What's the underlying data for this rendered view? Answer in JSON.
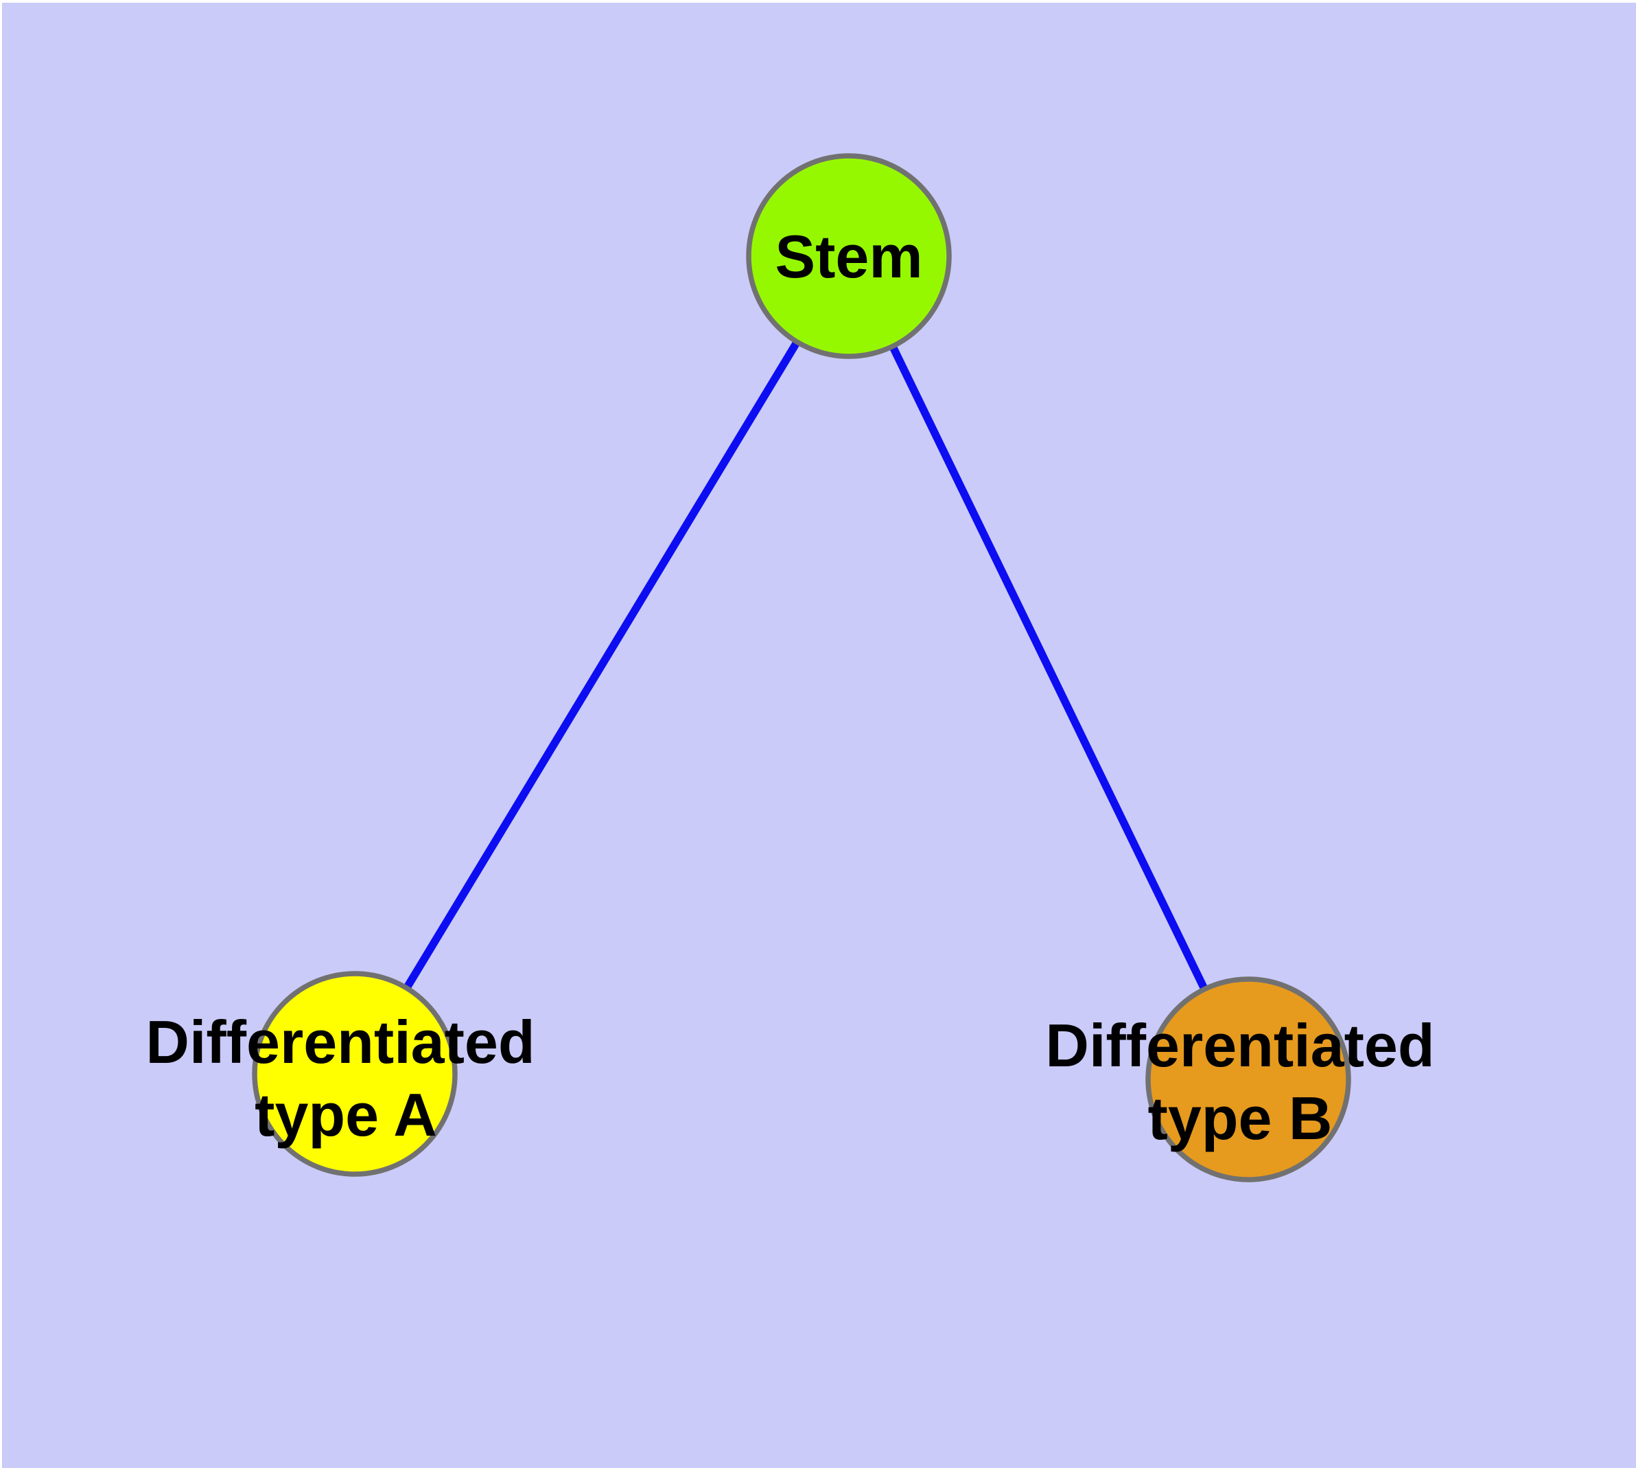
{
  "diagram": {
    "type": "node-edge-graph",
    "colors": {
      "background": "#CACBF8",
      "page_margin": "#FFFFFF",
      "edge": "#0D0DF2",
      "node_border": "#717171",
      "label_text": "#000000"
    },
    "nodes": [
      {
        "id": "stem",
        "label": "Stem",
        "label_lines": [
          "Stem"
        ],
        "fill": "#96F800"
      },
      {
        "id": "type-a",
        "label": "Differentiated type A",
        "label_lines": [
          "Differentiated",
          "type A"
        ],
        "fill": "#FFFF00"
      },
      {
        "id": "type-b",
        "label": "Differentiated type B",
        "label_lines": [
          "Differentiated",
          "type B"
        ],
        "fill": "#E69A1E"
      }
    ],
    "edges": [
      {
        "from": "stem",
        "to": "type-a"
      },
      {
        "from": "stem",
        "to": "type-b"
      }
    ]
  }
}
